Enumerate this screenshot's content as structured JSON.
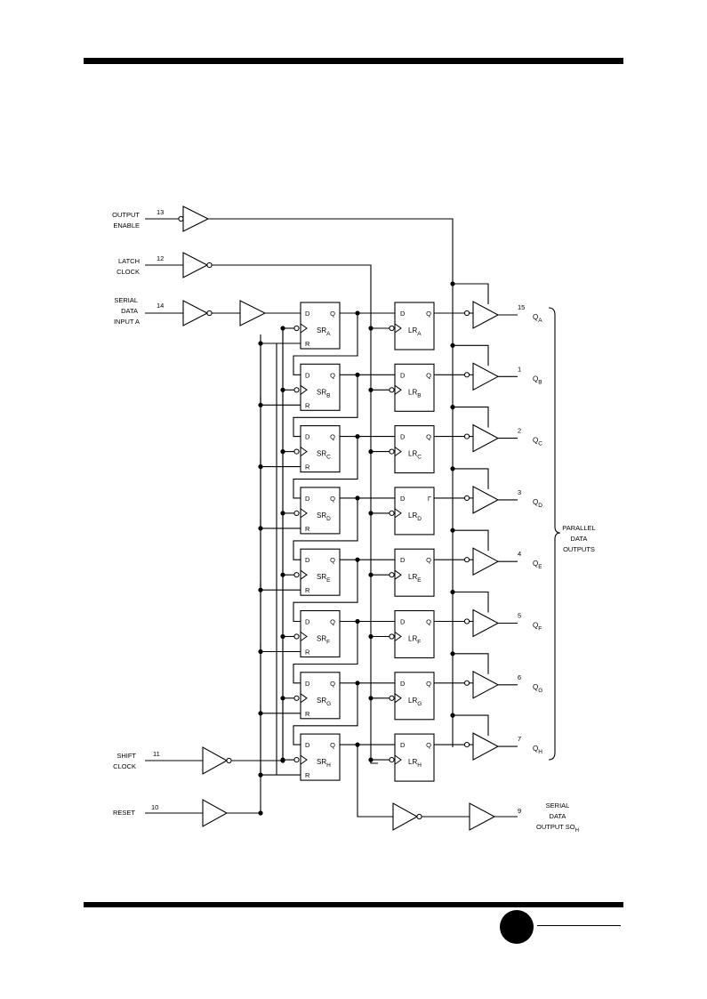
{
  "colors": {
    "ink": "#000000",
    "paper": "#ffffff"
  },
  "inputs": {
    "output_enable": {
      "pin": "13",
      "label_lines": [
        "OUTPUT",
        "ENABLE"
      ]
    },
    "latch_clock": {
      "pin": "12",
      "label_lines": [
        "LATCH",
        "CLOCK"
      ]
    },
    "serial_data_input": {
      "pin": "14",
      "label_lines": [
        "SERIAL",
        "DATA",
        "INPUT A"
      ]
    },
    "shift_clock": {
      "pin": "11",
      "label_lines": [
        "SHIFT",
        "CLOCK"
      ]
    },
    "reset": {
      "pin": "10",
      "label_lines": [
        "RESET"
      ]
    }
  },
  "ff_pins": {
    "d": "D",
    "q": "Q",
    "r": "R"
  },
  "stages": [
    {
      "letter": "A",
      "sr": "SR",
      "lr": "LR",
      "lr_q": "Q",
      "pin": "15",
      "out": "Q"
    },
    {
      "letter": "B",
      "sr": "SR",
      "lr": "LR",
      "lr_q": "Q",
      "pin": "1",
      "out": "Q"
    },
    {
      "letter": "C",
      "sr": "SR",
      "lr": "LR",
      "lr_q": "Q",
      "pin": "2",
      "out": "Q"
    },
    {
      "letter": "D",
      "sr": "SR",
      "lr": "LR",
      "lr_q": "Γ",
      "pin": "3",
      "out": "Q"
    },
    {
      "letter": "E",
      "sr": "SR",
      "lr": "LR",
      "lr_q": "Q",
      "pin": "4",
      "out": "Q"
    },
    {
      "letter": "F",
      "sr": "SR",
      "lr": "LR",
      "lr_q": "Q",
      "pin": "5",
      "out": "Q"
    },
    {
      "letter": "G",
      "sr": "SR",
      "lr": "LR",
      "lr_q": "Q",
      "pin": "6",
      "out": "Q"
    },
    {
      "letter": "H",
      "sr": "SR",
      "lr": "LR",
      "lr_q": "Q",
      "pin": "7",
      "out": "Q"
    }
  ],
  "parallel_label_lines": [
    "PARALLEL",
    "DATA",
    "OUTPUTS"
  ],
  "serial_output": {
    "pin": "9",
    "label_lines": [
      "SERIAL",
      "DATA",
      "OUTPUT SO"
    ],
    "subscript": "H"
  }
}
